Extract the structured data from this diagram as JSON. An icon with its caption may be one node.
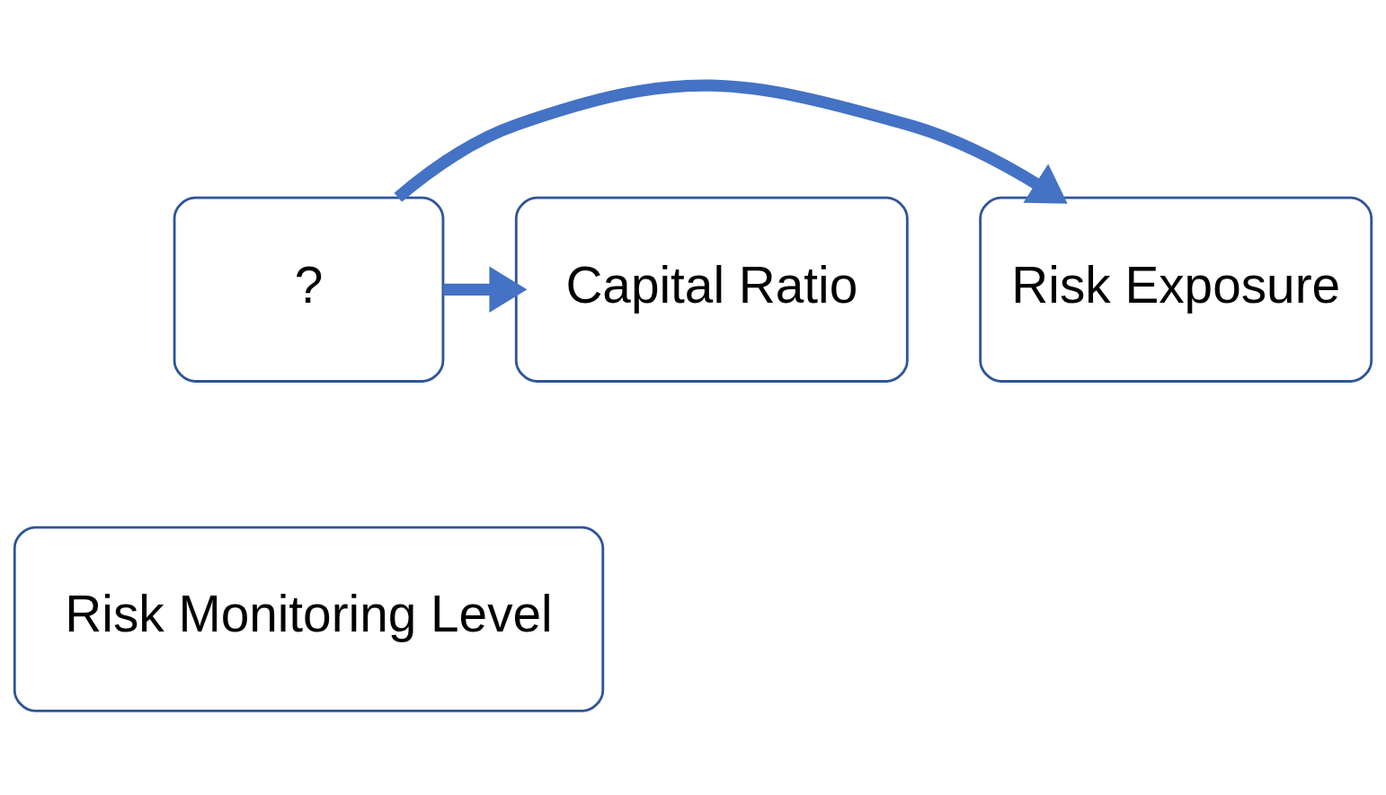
{
  "diagram": {
    "nodes": [
      {
        "text": [
          "Risk Exposure"
        ]
      },
      {
        "text": [
          "?"
        ]
      },
      {
        "text": [
          "Capital Ratio"
        ]
      },
      {
        "text": [
          "Risk Monitoring Level"
        ]
      }
    ],
    "edges": [
      {
        "from": 1,
        "to": 0,
        "arrow": "to"
      },
      {
        "from": 1,
        "to": 2,
        "arrow": "to"
      }
    ]
  }
}
